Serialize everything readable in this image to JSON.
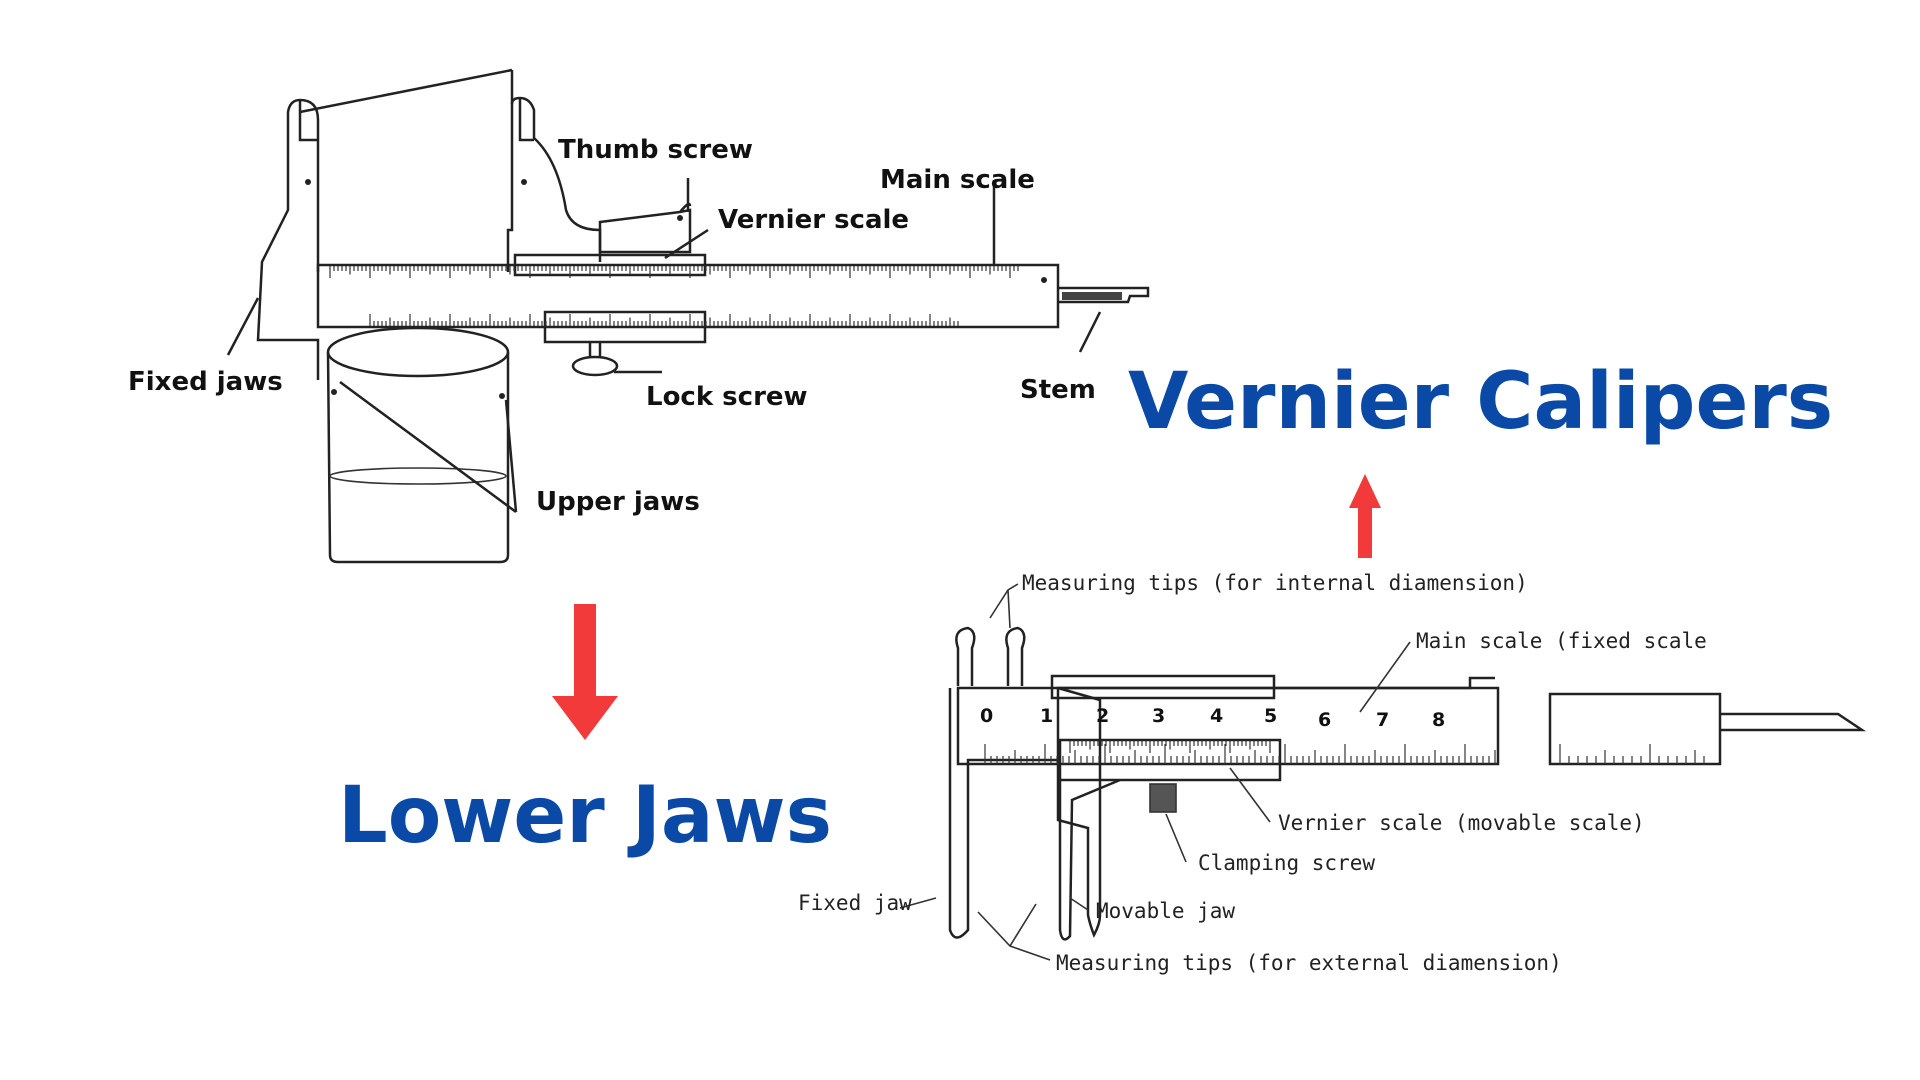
{
  "top_diagram": {
    "labels": {
      "thumb_screw": "Thumb screw",
      "main_scale": "Main scale",
      "vernier_scale": "Vernier scale",
      "fixed_jaws": "Fixed jaws",
      "lock_screw": "Lock screw",
      "stem": "Stem",
      "upper_jaws": "Upper jaws"
    }
  },
  "bottom_diagram": {
    "labels": {
      "measuring_tips_internal": "Measuring tips (for internal diamension)",
      "main_scale_fixed": "Main scale (fixed scale",
      "vernier_movable": "Vernier scale  (movable scale)",
      "clamping_screw": "Clamping screw",
      "fixed_jaw": "Fixed jaw",
      "movable_jaw": "Movable jaw",
      "measuring_tips_external": "Measuring tips (for external diamension)"
    },
    "scale_numbers": [
      "0",
      "1",
      "2",
      "3",
      "4",
      "5",
      "6",
      "7",
      "8"
    ]
  },
  "titles": {
    "vernier_calipers": "Vernier Calipers",
    "lower_jaws": "Lower Jaws"
  },
  "colors": {
    "title_blue": "#0a4aa6",
    "arrow_red": "#f23a3a"
  }
}
